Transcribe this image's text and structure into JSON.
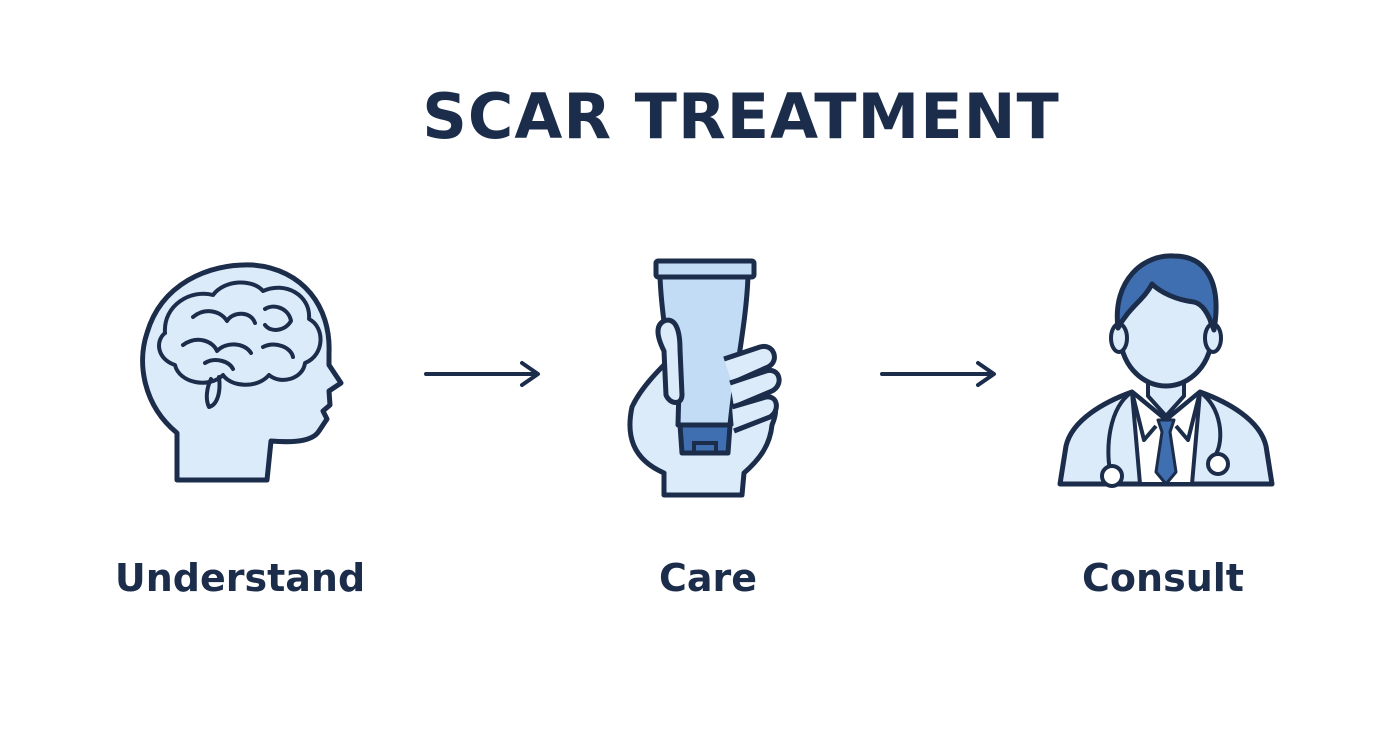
{
  "title": "SCAR TREATMENT",
  "steps": [
    {
      "label": "Understand",
      "icon": "head-brain-icon"
    },
    {
      "label": "Care",
      "icon": "hand-holding-tube-icon"
    },
    {
      "label": "Consult",
      "icon": "doctor-icon"
    }
  ],
  "colors": {
    "ink": "#1b2d4a",
    "fill_light": "#dcebfa",
    "fill_mid": "#c3dcf5",
    "accent": "#3f6fb0"
  }
}
